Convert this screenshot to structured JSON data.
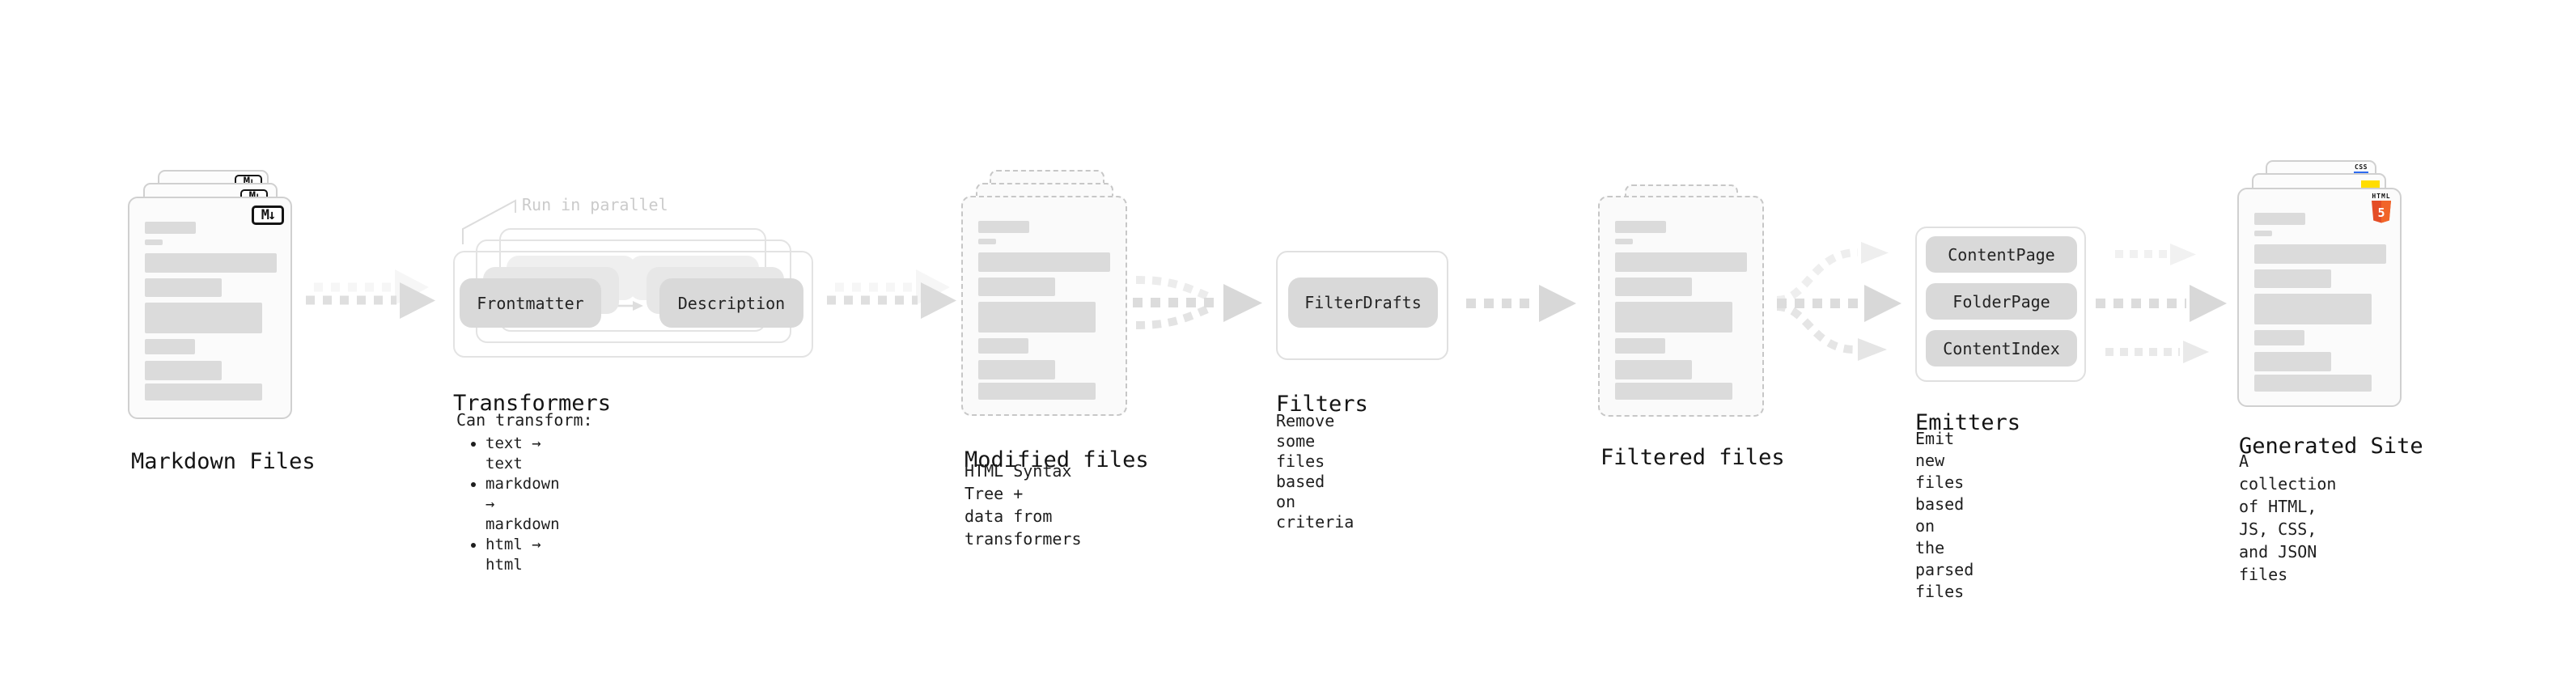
{
  "stages": {
    "markdown_files": {
      "title": "Markdown Files",
      "badge": "M↓"
    },
    "transformers": {
      "title": "Transformers",
      "note": "Run in parallel",
      "pills": [
        "Frontmatter",
        "Description"
      ],
      "lead": "Can transform:",
      "bullets": [
        "text → text",
        "markdown → markdown",
        "html → html"
      ]
    },
    "modified_files": {
      "title": "Modified files",
      "subtitle": "HTML Syntax Tree +\ndata from transformers"
    },
    "filters": {
      "title": "Filters",
      "pills": [
        "FilterDrafts"
      ],
      "subtitle": "Remove some files based\non criteria"
    },
    "filtered_files": {
      "title": "Filtered files"
    },
    "emitters": {
      "title": "Emitters",
      "pills": [
        "ContentPage",
        "FolderPage",
        "ContentIndex"
      ],
      "subtitle": "Emit new files based on\nthe parsed files"
    },
    "generated_site": {
      "title": "Generated Site",
      "subtitle": "A collection of HTML,\nJS, CSS, and JSON files",
      "badges": {
        "css_label": "CSS",
        "html_label": "HTML",
        "html_number": "5"
      }
    }
  },
  "colors": {
    "html5_orange": "#e44d26",
    "html5_orange_light": "#f16529",
    "js_yellow": "#ffdd00",
    "css_blue": "#2e6bf0"
  }
}
